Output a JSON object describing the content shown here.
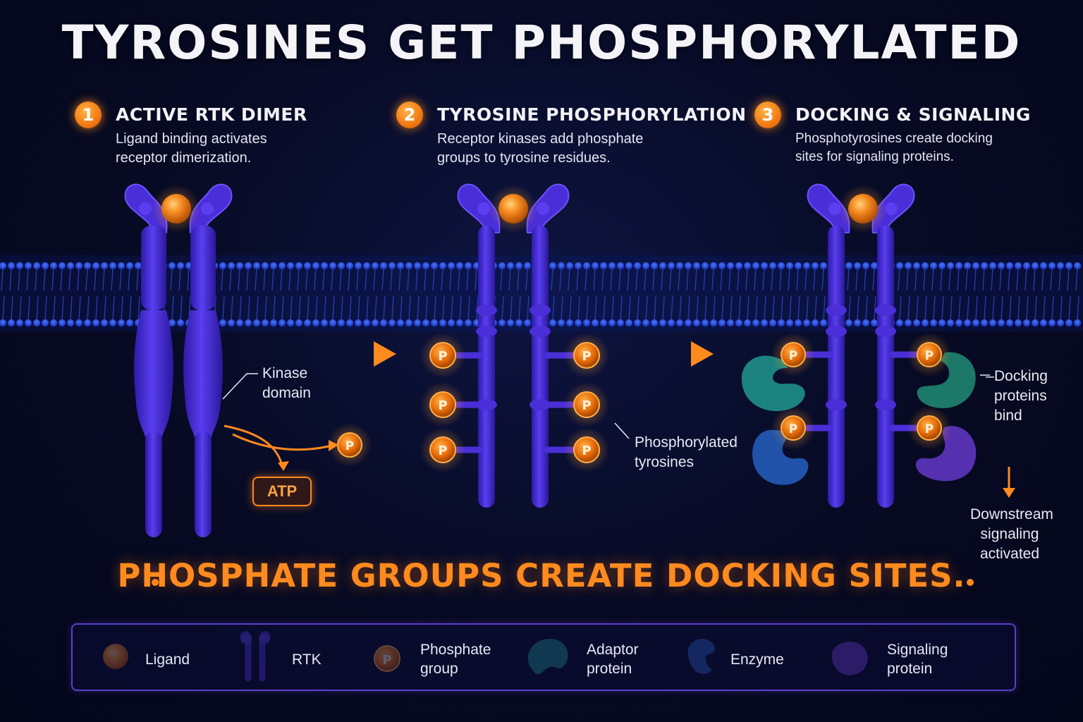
{
  "title": "TYROSINES GET PHOSPHORYLATED",
  "steps": [
    {
      "number": "1",
      "title": "ACTIVE RTK DIMER",
      "desc": "Ligand binding activates receptor dimerization."
    },
    {
      "number": "2",
      "title": "TYROSINE PHOSPHORYLATION",
      "desc": "Receptor kinases add phosphate groups to tyrosine residues."
    },
    {
      "number": "3",
      "title": "DOCKING & SIGNALING",
      "desc": "Phosphotyrosines create docking sites for signaling proteins."
    }
  ],
  "labels": {
    "kinase_domain": "Kinase domain",
    "atp": "ATP",
    "phosphorylated_tyrosines": "Phosphorylated tyrosines",
    "docking_proteins_bind": "Docking proteins bind",
    "downstream": "Downstream signaling activated",
    "phosphate_symbol": "P"
  },
  "banner": "PHOSPHATE GROUPS CREATE DOCKING SITES.",
  "legend": [
    {
      "icon": "ligand-icon",
      "label": "Ligand"
    },
    {
      "icon": "rtk-icon",
      "label": "RTK"
    },
    {
      "icon": "phosphate-icon",
      "label": "Phosphate group"
    },
    {
      "icon": "adaptor-protein-icon",
      "label": "Adaptor protein"
    },
    {
      "icon": "enzyme-icon",
      "label": "Enzyme"
    },
    {
      "icon": "signaling-protein-icon",
      "label": "Signaling protein"
    }
  ],
  "colors": {
    "receptor": "#4a2fd8",
    "ligand": "#f58a1f",
    "phosphate": "#f07a10",
    "adaptor": "#1f8a8a",
    "enzyme": "#2a5ab8",
    "signaling": "#6a3ac8",
    "membrane": "#2a3ee0",
    "accent": "#ff8a1e"
  }
}
